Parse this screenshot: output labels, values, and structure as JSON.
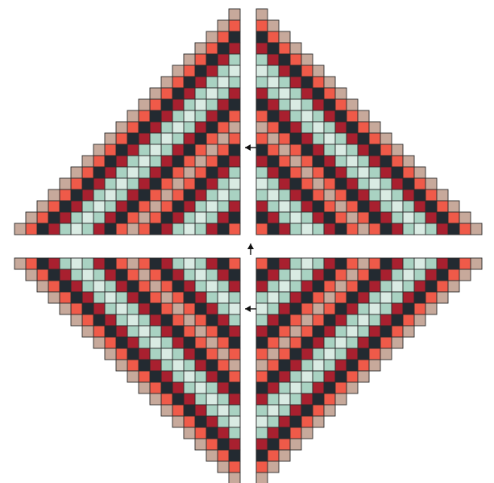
{
  "colors": {
    "background": "#ffffff",
    "outline": "#2b2b2b",
    "tan": "#c7a99b",
    "coral": "#ef5a49",
    "navy": "#232a31",
    "red": "#a8202f",
    "mint": "#a9d2c2",
    "floral": "#d9ebe3",
    "arrow": "#111111"
  },
  "diagram": {
    "name": "quilt-assembly-diagram",
    "sections": [
      {
        "name": "quadrant-top-left",
        "kind": "staircase-triangle",
        "rows": 20
      },
      {
        "name": "quadrant-top-right",
        "kind": "staircase-triangle",
        "rows": 20
      },
      {
        "name": "quadrant-bottom-left",
        "kind": "staircase-triangle",
        "rows": 20
      },
      {
        "name": "quadrant-bottom-right",
        "kind": "staircase-triangle",
        "rows": 20
      }
    ],
    "color_band_cycle": [
      "tan",
      "coral",
      "navy",
      "red",
      "mint",
      "floral",
      "mint",
      "red",
      "navy",
      "coral"
    ],
    "arrows": [
      {
        "name": "arrow-left-upper",
        "icon": "arrow-left-icon"
      },
      {
        "name": "arrow-up-center",
        "icon": "arrow-up-icon"
      },
      {
        "name": "arrow-left-lower",
        "icon": "arrow-left-icon"
      }
    ]
  }
}
